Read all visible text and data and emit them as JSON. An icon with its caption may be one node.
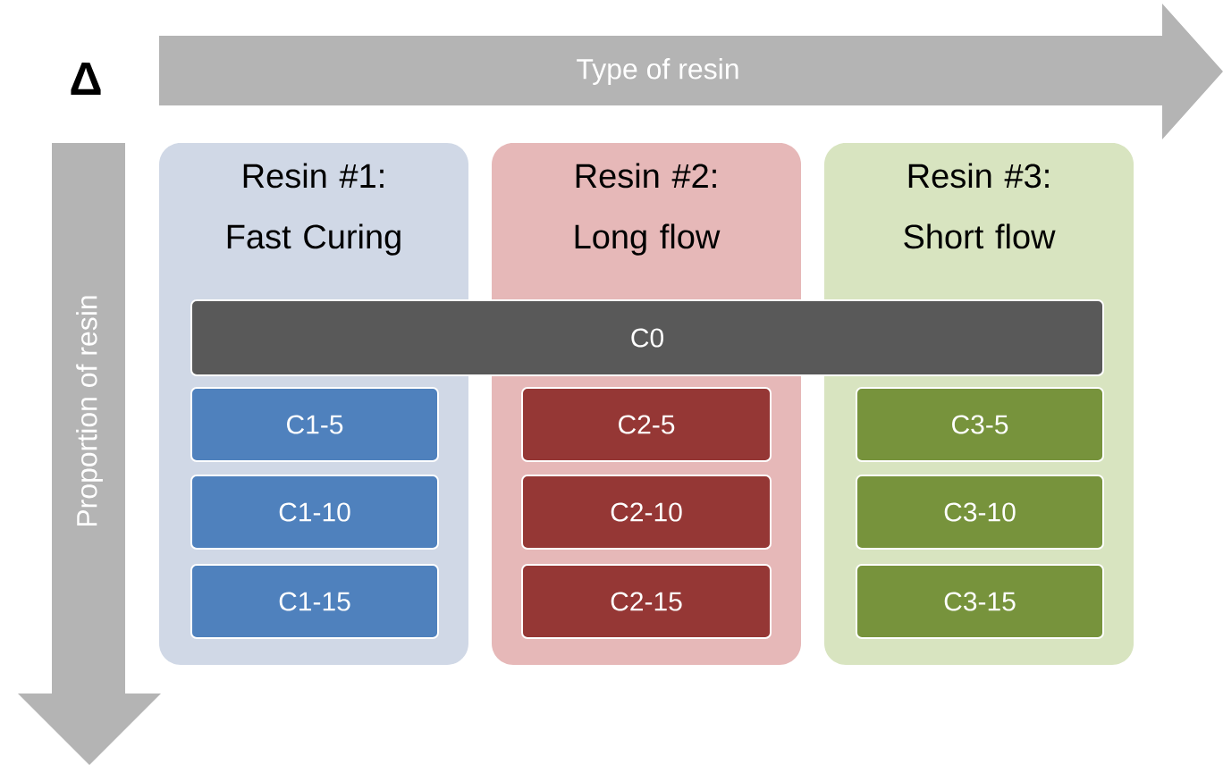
{
  "diagram": {
    "nodes": [
      {
        "text": [
          "Type of resin"
        ]
      },
      {
        "text": [
          "Proportion of resin"
        ]
      },
      {
        "text": [
          "Resin #1: Fast Curing"
        ]
      },
      {
        "text": [
          "Resin #2: Long flow"
        ]
      },
      {
        "text": [
          "Resin #3: Short flow"
        ]
      },
      {
        "text": [
          "C0"
        ]
      },
      {
        "text": [
          "C1-5"
        ],
        "in": 2
      },
      {
        "text": [
          "C1-10"
        ],
        "in": 2
      },
      {
        "text": [
          "C1-15"
        ],
        "in": 2
      },
      {
        "text": [
          "C2-5"
        ],
        "in": 3
      },
      {
        "text": [
          "C2-10"
        ],
        "in": 3
      },
      {
        "text": [
          "C2-15"
        ],
        "in": 3
      },
      {
        "text": [
          "C3-5"
        ],
        "in": 4
      },
      {
        "text": [
          "C3-10"
        ],
        "in": 4
      },
      {
        "text": [
          "C3-15"
        ],
        "in": 4
      }
    ],
    "labels": [
      "Δ"
    ]
  }
}
